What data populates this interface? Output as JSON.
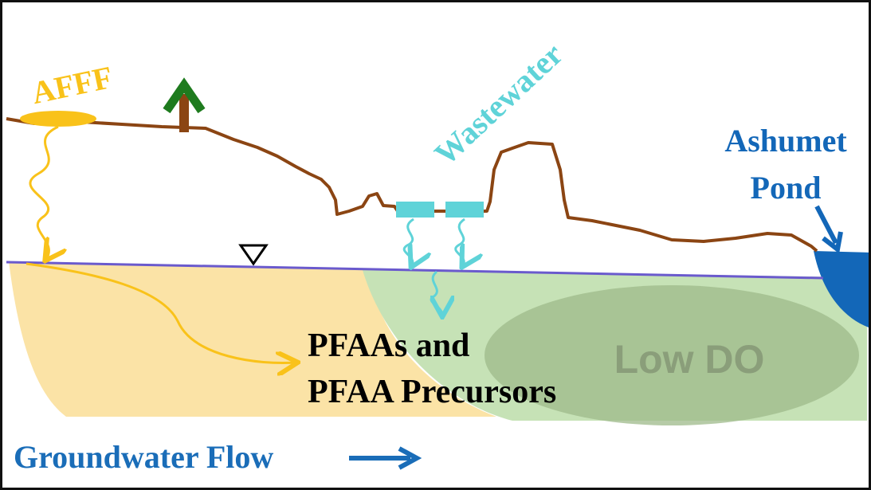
{
  "labels": {
    "afff": "AFFF",
    "wastewater": "Wastewater",
    "pond_line1": "Ashumet",
    "pond_line2": "Pond",
    "plume_line1": "PFAAs and",
    "plume_line2": "PFAA Precursors",
    "low_do": "Low DO",
    "flow": "Groundwater Flow"
  },
  "colors": {
    "afff": "#F9C21A",
    "afff_plume": "#FBE3A6",
    "wastewater": "#5FD3D8",
    "ww_plume": "#C6E2B6",
    "low_do_zone": "#9DB98A",
    "low_do_text": "#8A9E7A",
    "ground": "#8B4513",
    "tree_canopy": "#1E7B1E",
    "water_table": "#6A5ACD",
    "pond": "#1367B8",
    "flow": "#1A6DB8",
    "text": "#000000"
  },
  "icons": [
    "tree-icon",
    "water-table-marker-icon",
    "flow-arrow-icon"
  ]
}
